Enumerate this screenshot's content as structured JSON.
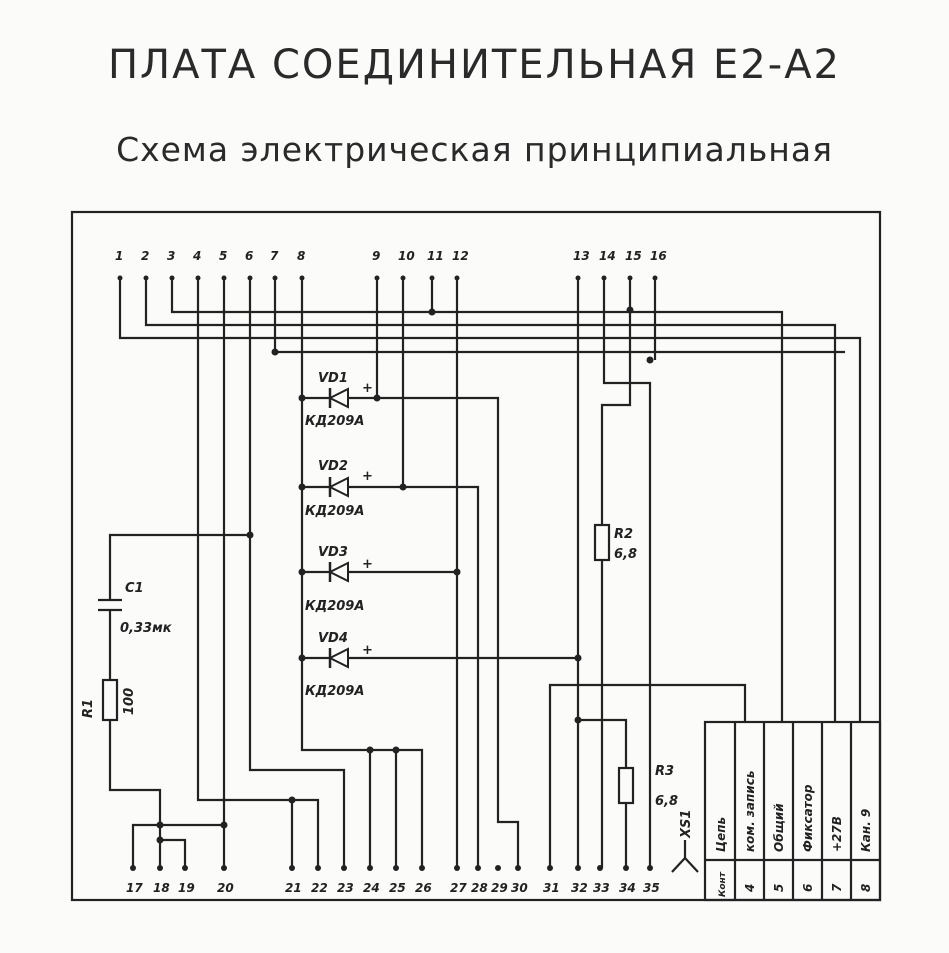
{
  "title": "ПЛАТА СОЕДИНИТЕЛЬНАЯ Е2-А2",
  "subtitle": "Схема электрическая принципиальная",
  "top_pins": [
    "1",
    "2",
    "3",
    "4",
    "5",
    "6",
    "7",
    "8",
    "9",
    "10",
    "11",
    "12",
    "13",
    "14",
    "15",
    "16"
  ],
  "bottom_pins": [
    "17",
    "18",
    "19",
    "20",
    "21",
    "22",
    "23",
    "24",
    "25",
    "26",
    "27",
    "28",
    "29",
    "30",
    "31",
    "32",
    "33",
    "34",
    "35"
  ],
  "components": {
    "vd1": {
      "ref": "VD1",
      "type": "КД209А",
      "polarity": "+"
    },
    "vd2": {
      "ref": "VD2",
      "type": "КД209А",
      "polarity": "+"
    },
    "vd3": {
      "ref": "VD3",
      "type": "КД209А",
      "polarity": "+"
    },
    "vd4": {
      "ref": "VD4",
      "type": "КД209А",
      "polarity": "+"
    },
    "c1": {
      "ref": "C1",
      "value": "0,33мк"
    },
    "r1": {
      "ref": "R1",
      "value": "100"
    },
    "r2": {
      "ref": "R2",
      "value": "6,8"
    },
    "r3": {
      "ref": "R3",
      "value": "6,8"
    },
    "xs1": {
      "ref": "XS1"
    }
  },
  "table": {
    "header_circuit": "Цепь",
    "header_contact": "Конт",
    "rows": [
      {
        "circuit": "ком. запись",
        "contact": "4"
      },
      {
        "circuit": "Общий",
        "contact": "5"
      },
      {
        "circuit": "Фиксатор",
        "contact": "6"
      },
      {
        "circuit": "+27В",
        "contact": "7"
      },
      {
        "circuit": "Кан. 9",
        "contact": "8"
      }
    ]
  }
}
